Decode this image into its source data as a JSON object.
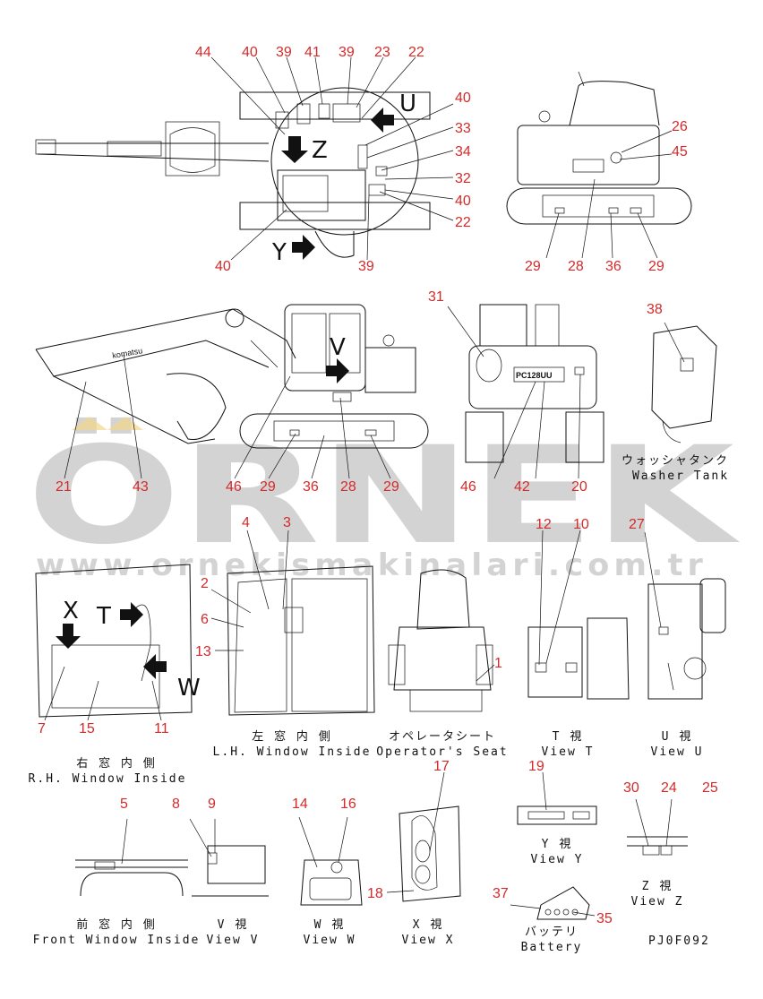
{
  "watermark": {
    "brand": "ÖRNEK",
    "url": "www.ornekismakinalari.com.tr"
  },
  "drawing_code": "PJ0F092",
  "markers": {
    "view_y": "Y",
    "view_z": "Z",
    "view_v": "V",
    "view_x": "X",
    "view_t": "T",
    "view_w": "W"
  },
  "captions": {
    "rh_window_jp": "右 窓 内 側",
    "rh_window_en": "R.H. Window Inside",
    "lh_window_jp": "左 窓 内 側",
    "lh_window_en": "L.H. Window Inside",
    "seat_jp": "オペレータシート",
    "seat_en": "Operator's Seat",
    "view_t_jp": "T 視",
    "view_t_en": "View T",
    "view_u_jp": "U 視",
    "view_u_en": "View U",
    "washer_jp": "ウォッシャタンク",
    "washer_en": "Washer Tank",
    "front_window_jp": "前 窓 内 側",
    "front_window_en": "Front Window Inside",
    "view_v_jp": "V 視",
    "view_v_en": "View V",
    "view_w_jp": "W 視",
    "view_w_en": "View W",
    "view_x_jp": "X 視",
    "view_x_en": "View X",
    "view_y_jp": "Y 視",
    "view_y_en": "View Y",
    "view_z_jp": "Z 視",
    "view_z_en": "View Z",
    "battery_jp": "バッテリ",
    "battery_en": "Battery"
  },
  "labels": {
    "l44": "44",
    "l40a": "40",
    "l39a": "39",
    "l41": "41",
    "l39b": "39",
    "l23": "23",
    "l22a": "22",
    "l40b": "40",
    "l33": "33",
    "l34": "34",
    "l32": "32",
    "l40c": "40",
    "l22b": "22",
    "l40d": "40",
    "l39c": "39",
    "l26": "26",
    "l45": "45",
    "l29a": "29",
    "l28a": "28",
    "l36a": "36",
    "l29b": "29",
    "l31": "31",
    "l38": "38",
    "l21": "21",
    "l43": "43",
    "l46a": "46",
    "l29c": "29",
    "l36b": "36",
    "l28b": "28",
    "l29d": "29",
    "l46b": "46",
    "l42": "42",
    "l20": "20",
    "l4": "4",
    "l3": "3",
    "l2": "2",
    "l6": "6",
    "l13": "13",
    "l12": "12",
    "l10": "10",
    "l27": "27",
    "l1": "1",
    "l7": "7",
    "l15": "15",
    "l11": "11",
    "l5": "5",
    "l8": "8",
    "l9": "9",
    "l14": "14",
    "l16": "16",
    "l17": "17",
    "l18": "18",
    "l19": "19",
    "l30": "30",
    "l24": "24",
    "l25": "25",
    "l37": "37",
    "l35": "35"
  }
}
